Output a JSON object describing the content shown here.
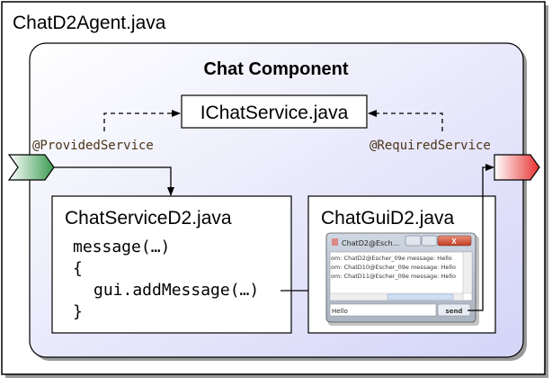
{
  "agent": {
    "title": "ChatD2Agent.java"
  },
  "component": {
    "title": "Chat Component"
  },
  "interface": {
    "title": "IChatService.java"
  },
  "annotations": {
    "provided": "@ProvidedService",
    "required": "@RequiredService"
  },
  "service": {
    "title": "ChatServiceD2.java",
    "code": [
      "message(…)",
      "{",
      "gui.addMessage(…)",
      "}"
    ]
  },
  "gui": {
    "title": "ChatGuiD2.java",
    "window": {
      "title": "ChatD2@Esch...",
      "messages": [
        "om: ChatD2@Escher_09e message: Hello",
        "om: ChatD10@Escher_09e message: Hello",
        "om: ChatD11@Escher_09e message: Hello"
      ],
      "input_value": "Hello",
      "send_label": "send"
    }
  },
  "colors": {
    "provided": "#3a9a50",
    "required": "#e83030",
    "component_bg": "#d8d8fa"
  }
}
